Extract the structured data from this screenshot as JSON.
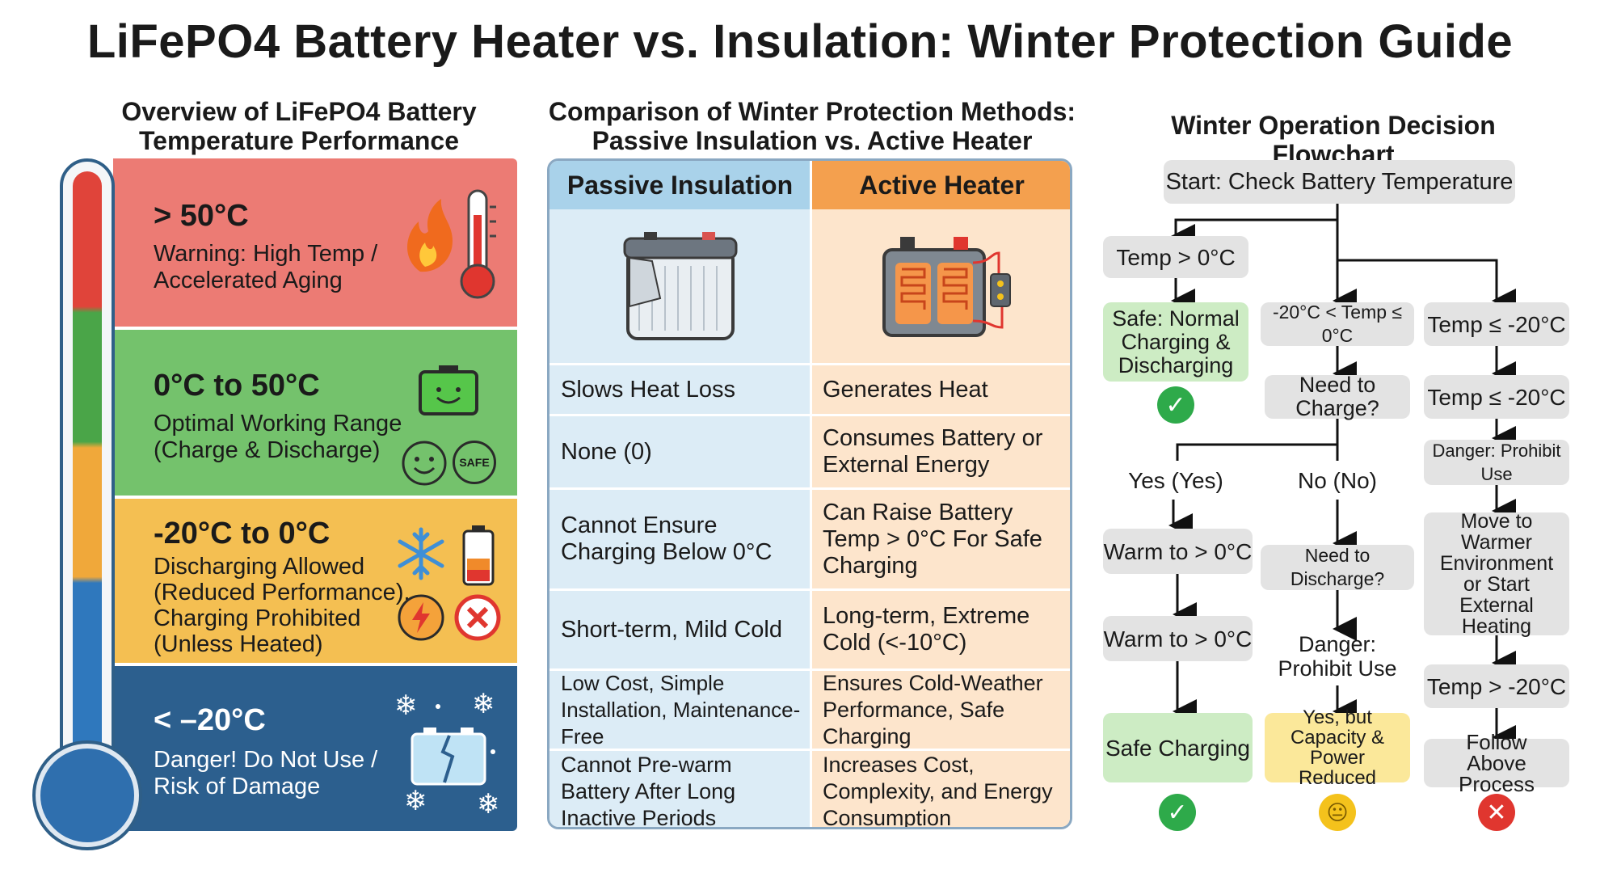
{
  "title": "LiFePO4 Battery Heater vs. Insulation: Winter Protection Guide",
  "overview": {
    "title_line1": "Overview of LiFePO4 Battery",
    "title_line2": "Temperature Performance",
    "zones": [
      {
        "range": "> 50°C",
        "line1": "Warning: High Temp /",
        "line2": "Accelerated Aging",
        "color": "#ec7b74"
      },
      {
        "range": "0°C to 50°C",
        "line1": "Optimal Working Range",
        "line2": "(Charge & Discharge)",
        "badge": "SAFE",
        "color": "#74c26c"
      },
      {
        "range": "-20°C to 0°C",
        "line1": "Discharging Allowed",
        "line2": "(Reduced Performance).",
        "line3": "Charging Prohibited",
        "line4": "(Unless Heated)",
        "color": "#f4bf52"
      },
      {
        "range": "< –20°C",
        "line1": "Danger! Do Not Use /",
        "line2": "Risk of Damage",
        "color": "#2c5f8e"
      }
    ]
  },
  "comparison": {
    "title_line1": "Comparison of Winter Protection Methods:",
    "title_line2": "Passive Insulation vs. Active Heater",
    "headers": {
      "passive": "Passive Insulation",
      "active": "Active Heater"
    },
    "rows": [
      {
        "passive": "Slows Heat Loss",
        "active": "Generates Heat"
      },
      {
        "passive": "None (0)",
        "active": "Consumes Battery or External Energy"
      },
      {
        "passive": "Cannot Ensure Charging Below 0°C",
        "active": "Can Raise Battery Temp > 0°C For Safe Charging"
      },
      {
        "passive": "Short-term, Mild Cold",
        "active": "Long-term, Extreme Cold (<-10°C)"
      },
      {
        "passive": "Low Cost, Simple Installation, Maintenance-Free",
        "active": "Ensures Cold-Weather Performance, Safe Charging"
      },
      {
        "passive": "Cannot Pre-warm Battery After Long Inactive Periods",
        "active": "Increases Cost, Complexity, and Energy Consumption"
      }
    ]
  },
  "flowchart": {
    "title": "Winter Operation Decision Flowchart",
    "start": "Start: Check Battery Temperature",
    "left": {
      "temp": "Temp > 0°C",
      "safe": "Safe: Normal Charging & Discharging"
    },
    "middle": {
      "temp": "-20°C < Temp ≤ 0°C",
      "question": "Need to Charge?",
      "yes": "Yes (Yes)",
      "no": "No (No)",
      "warm1": "Warm to > 0°C",
      "warm2": "Warm to > 0°C",
      "safe_charging": "Safe Charging",
      "discharge_q": "Need to Discharge?",
      "danger": "Danger: Prohibit Use",
      "reduced": "Yes, but Capacity & Power Reduced"
    },
    "right": {
      "temp1": "Temp ≤ -20°C",
      "temp2": "Temp ≤ -20°C",
      "danger": "Danger: Prohibit Use",
      "move": "Move to Warmer Environment or Start External Heating",
      "temp3": "Temp > -20°C",
      "follow": "Follow Above Process"
    },
    "status_colors": {
      "ok": "#2eaa4a",
      "neutral": "#f4c21c",
      "bad": "#e0362f"
    }
  }
}
